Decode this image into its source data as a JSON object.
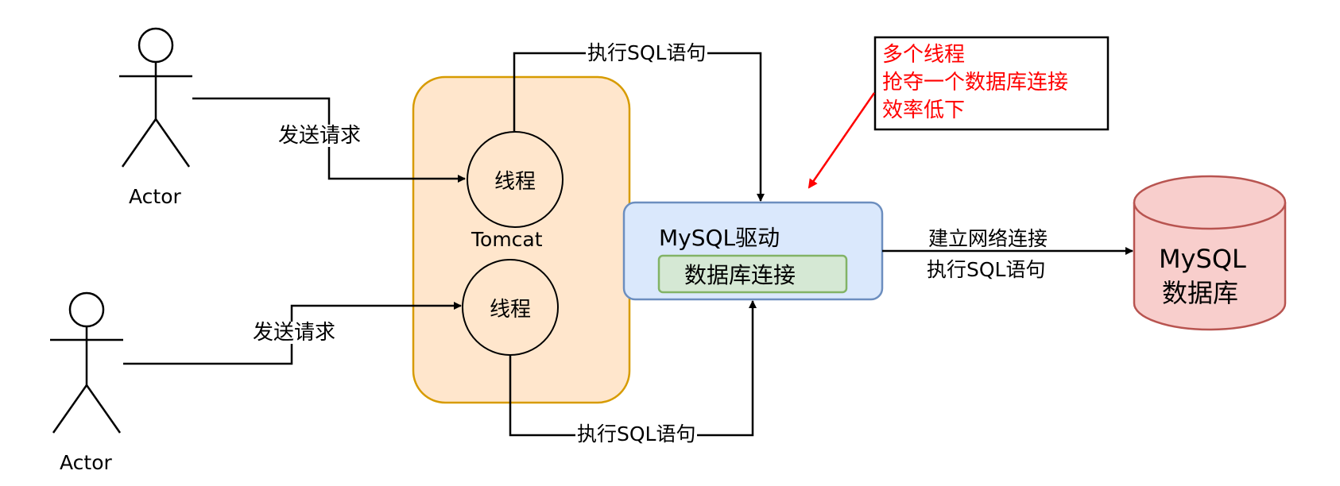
{
  "actors": [
    {
      "label": "Actor"
    },
    {
      "label": "Actor"
    }
  ],
  "tomcat": {
    "label": "Tomcat",
    "threads": [
      {
        "label": "线程"
      },
      {
        "label": "线程"
      }
    ],
    "fill": "#ffe6cc",
    "stroke": "#d79b00"
  },
  "edges": {
    "request_top": "发送请求",
    "request_bottom": "发送请求",
    "sql_top": "执行SQL语句",
    "sql_bottom": "执行SQL语句",
    "network_line1": "建立网络连接",
    "network_line2": "执行SQL语句"
  },
  "driver": {
    "label": "MySQL驱动",
    "connection_label": "数据库连接",
    "fill": "#dae8fc",
    "stroke": "#6c8ebf",
    "connection_fill": "#d5e8d4",
    "connection_stroke": "#82b366"
  },
  "database": {
    "line1": "MySQL",
    "line2": "数据库",
    "fill": "#f8cecc",
    "stroke": "#b85450"
  },
  "note": {
    "lines": [
      "多个线程",
      "抢夺一个数据库连接",
      "效率低下"
    ],
    "color": "#ff0000"
  }
}
